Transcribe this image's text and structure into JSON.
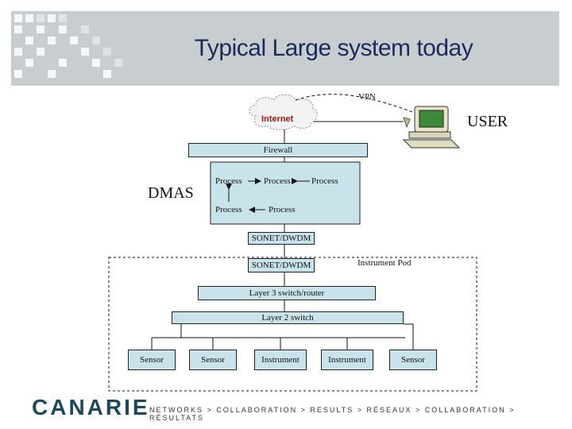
{
  "title": "Typical Large system today",
  "labels": {
    "vpn": "VPN",
    "internet": "Internet",
    "user": "USER",
    "firewall": "Firewall",
    "dmas": "DMAS",
    "process": "Process",
    "sonet_dwdm": "SONET/DWDM",
    "instrument_pod": "Instrument Pod",
    "layer3": "Layer 3 switch/router",
    "layer2": "Layer 2 switch",
    "sensor": "Sensor",
    "instrument": "Instrument"
  },
  "footer": {
    "logo": "CANARIE",
    "tagline": "NETWORKS > COLLABORATION > RESULTS > RÉSEAUX > COLLABORATION > RÉSULTATS"
  },
  "colors": {
    "box_fill": "#c9e3ea",
    "banner": "#c8ced0",
    "title": "#1b2a5a"
  }
}
